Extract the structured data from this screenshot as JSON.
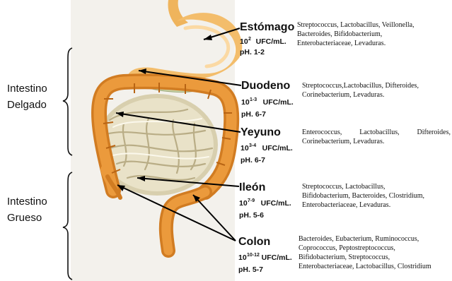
{
  "groups": [
    {
      "lines": [
        "Intestino",
        "Delgado"
      ]
    },
    {
      "lines": [
        "Intestino",
        "Grueso"
      ]
    }
  ],
  "organs": [
    {
      "name": "Estómago",
      "base": "10",
      "exponent": "2",
      "units": "UFC/mL.",
      "ph": "pH. 1-2",
      "bacteria": [
        "Streptococcus, Lactobacillus, Veillonella,",
        "Bacteroides, Bifidobacterium,",
        "Enterobacteriaceae, Levaduras."
      ]
    },
    {
      "name": "Duodeno",
      "base": "10",
      "exponent": "1-3",
      "units": "UFC/mL.",
      "ph": "pH. 6-7",
      "bacteria": [
        "Streptococcus,Lactobacillus, Difteroides,",
        "Corinebacterium, Levaduras."
      ]
    },
    {
      "name": "Yeyuno",
      "base": "10",
      "exponent": "3-4",
      "units": "UFC/mL.",
      "ph": "pH. 6-7",
      "bacteria": [
        "Enterococcus, Lactobacillus, Difteroides,",
        "Corinebacterium, Levaduras."
      ]
    },
    {
      "name": "Ileón",
      "base": "10",
      "exponent": "7-9",
      "units": "UFC/mL.",
      "ph": "pH. 5-6",
      "bacteria": [
        "Streptococcus, Lactobacillus,",
        "Bifidobacterium, Bacteroides, Clostridium,",
        "Enterobacteriaceae, Levaduras."
      ]
    },
    {
      "name": "Colon",
      "base": "10",
      "exponent": "10-12",
      "units": "UFC/mL.",
      "ph": "pH. 5-7",
      "bacteria": [
        "Bacteroides, Eubacterium, Ruminococcus,",
        "Coprococcus, Peptostreptococcus,",
        "Bifidobacterium, Streptococcus,",
        "Enterobacteriaceae, Lactobacillus, Clostridium"
      ]
    }
  ],
  "colors": {
    "stomach": "#f2b45a",
    "colon": "#e08a2a",
    "small_intestine": "#e9e2c8",
    "background_panel": "#f3f1ec",
    "text": "#111111"
  }
}
